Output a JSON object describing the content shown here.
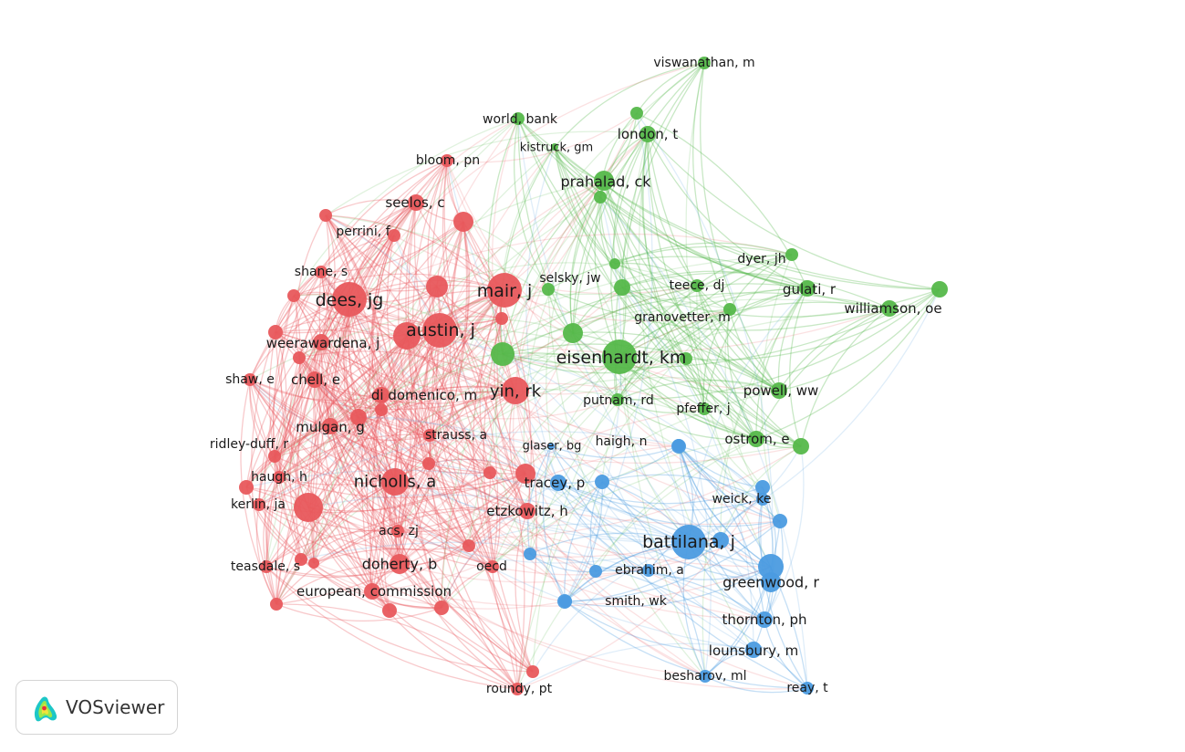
{
  "colors": {
    "red": "#e8585c",
    "green": "#55b84a",
    "blue": "#4b9be0"
  },
  "logo": {
    "text": "VOSviewer"
  },
  "nodes": [
    {
      "id": "viswanathan_m",
      "label": "viswanathan, m",
      "c": "green",
      "sz": 1
    },
    {
      "id": "world_bank",
      "label": "world, bank",
      "c": "green",
      "sz": 1
    },
    {
      "id": "london_t",
      "label": "london, t",
      "c": "green",
      "sz": 2
    },
    {
      "id": "kistruck_gm",
      "label": "kistruck, gm",
      "c": "green",
      "sz": 0
    },
    {
      "id": "bloom_pn",
      "label": "bloom, pn",
      "c": "red",
      "sz": 1
    },
    {
      "id": "prahalad_ck",
      "label": "prahalad, ck",
      "c": "green",
      "sz": 3
    },
    {
      "id": "seelos_c",
      "label": "seelos, c",
      "c": "red",
      "sz": 2
    },
    {
      "id": "perrini_f",
      "label": "perrini, f",
      "c": "red",
      "sz": 1
    },
    {
      "id": "dyer_jh",
      "label": "dyer, jh",
      "c": "green",
      "sz": 1
    },
    {
      "id": "shane_s",
      "label": "shane, s",
      "c": "red",
      "sz": 1
    },
    {
      "id": "selsky_jw",
      "label": "selsky, jw",
      "c": "green",
      "sz": 1
    },
    {
      "id": "mair_j",
      "label": "mair, j",
      "c": "red",
      "sz": 5
    },
    {
      "id": "teece_dj",
      "label": "teece, dj",
      "c": "green",
      "sz": 1
    },
    {
      "id": "gulati_r",
      "label": "gulati, r",
      "c": "green",
      "sz": 2
    },
    {
      "id": "dees_jg",
      "label": "dees, jg",
      "c": "red",
      "sz": 5
    },
    {
      "id": "williamson_oe",
      "label": "williamson, oe",
      "c": "green",
      "sz": 2
    },
    {
      "id": "granovetter_m",
      "label": "granovetter, m",
      "c": "green",
      "sz": 1
    },
    {
      "id": "austin_j",
      "label": "austin, j",
      "c": "red",
      "sz": 5
    },
    {
      "id": "weerawardena_j",
      "label": "weerawardena, j",
      "c": "red",
      "sz": 2
    },
    {
      "id": "eisenhardt_km",
      "label": "eisenhardt, km",
      "c": "green",
      "sz": 5
    },
    {
      "id": "shaw_e",
      "label": "shaw, e",
      "c": "red",
      "sz": 1
    },
    {
      "id": "chell_e",
      "label": "chell, e",
      "c": "red",
      "sz": 2
    },
    {
      "id": "powell_ww",
      "label": "powell, ww",
      "c": "green",
      "sz": 2
    },
    {
      "id": "yin_rk",
      "label": "yin, rk",
      "c": "red",
      "sz": 4
    },
    {
      "id": "di_domenico_m",
      "label": "di domenico, m",
      "c": "red",
      "sz": 2
    },
    {
      "id": "putnam_rd",
      "label": "putnam, rd",
      "c": "green",
      "sz": 1
    },
    {
      "id": "pfeffer_j",
      "label": "pfeffer, j",
      "c": "green",
      "sz": 1
    },
    {
      "id": "mulgan_g",
      "label": "mulgan, g",
      "c": "red",
      "sz": 2
    },
    {
      "id": "strauss_a",
      "label": "strauss, a",
      "c": "red",
      "sz": 1
    },
    {
      "id": "haigh_n",
      "label": "haigh, n",
      "c": "blue",
      "sz": 1
    },
    {
      "id": "ostrom_e",
      "label": "ostrom, e",
      "c": "green",
      "sz": 2
    },
    {
      "id": "ridley_duff_r",
      "label": "ridley-duff, r",
      "c": "red",
      "sz": 1
    },
    {
      "id": "glaser_bg",
      "label": "glaser, bg",
      "c": "blue",
      "sz": 0
    },
    {
      "id": "haugh_h",
      "label": "haugh, h",
      "c": "red",
      "sz": 1
    },
    {
      "id": "nicholls_a",
      "label": "nicholls, a",
      "c": "red",
      "sz": 4
    },
    {
      "id": "tracey_p",
      "label": "tracey, p",
      "c": "blue",
      "sz": 2
    },
    {
      "id": "weick_ke",
      "label": "weick, ke",
      "c": "blue",
      "sz": 1
    },
    {
      "id": "kerlin_ja",
      "label": "kerlin, ja",
      "c": "red",
      "sz": 1
    },
    {
      "id": "etzkowitz_h",
      "label": "etzkowitz, h",
      "c": "red",
      "sz": 2
    },
    {
      "id": "acs_zj",
      "label": "acs, zj",
      "c": "red",
      "sz": 1
    },
    {
      "id": "battilana_j",
      "label": "battilana, j",
      "c": "blue",
      "sz": 5
    },
    {
      "id": "teasdale_s",
      "label": "teasdale, s",
      "c": "red",
      "sz": 1
    },
    {
      "id": "doherty_b",
      "label": "doherty, b",
      "c": "red",
      "sz": 3
    },
    {
      "id": "oecd",
      "label": "oecd",
      "c": "red",
      "sz": 1
    },
    {
      "id": "ebrahim_a",
      "label": "ebrahim, a",
      "c": "blue",
      "sz": 1
    },
    {
      "id": "greenwood_r",
      "label": "greenwood, r",
      "c": "blue",
      "sz": 3
    },
    {
      "id": "european_commission",
      "label": "european, commission",
      "c": "red",
      "sz": 2
    },
    {
      "id": "smith_wk",
      "label": "smith, wk",
      "c": "blue",
      "sz": 1
    },
    {
      "id": "thornton_ph",
      "label": "thornton, ph",
      "c": "blue",
      "sz": 2
    },
    {
      "id": "lounsbury_m",
      "label": "lounsbury, m",
      "c": "blue",
      "sz": 2
    },
    {
      "id": "besharov_ml",
      "label": "besharov, ml",
      "c": "blue",
      "sz": 1
    },
    {
      "id": "roundy_pt",
      "label": "roundy, pt",
      "c": "red",
      "sz": 1
    },
    {
      "id": "reay_t",
      "label": "reay, t",
      "c": "blue",
      "sz": 1
    }
  ]
}
